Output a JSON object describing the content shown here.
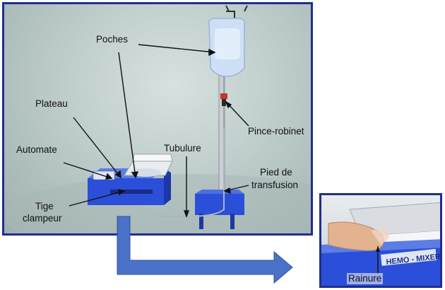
{
  "labels": {
    "poches": "Poches",
    "plateau": "Plateau",
    "automate": "Automate",
    "tubulure": "Tubulure",
    "pince": "Pince-robinet",
    "pied_line1": "Pied de",
    "pied_line2": "transfusion",
    "tige_line1": "Tige",
    "tige_line2": "clampeur",
    "rainure": "Rainure"
  },
  "device_text": "HEMO - MIXER",
  "colors": {
    "frame": "#1f2f8c",
    "device_blue": "#2b4fd8",
    "arrow_blue": "#4a72c8"
  }
}
